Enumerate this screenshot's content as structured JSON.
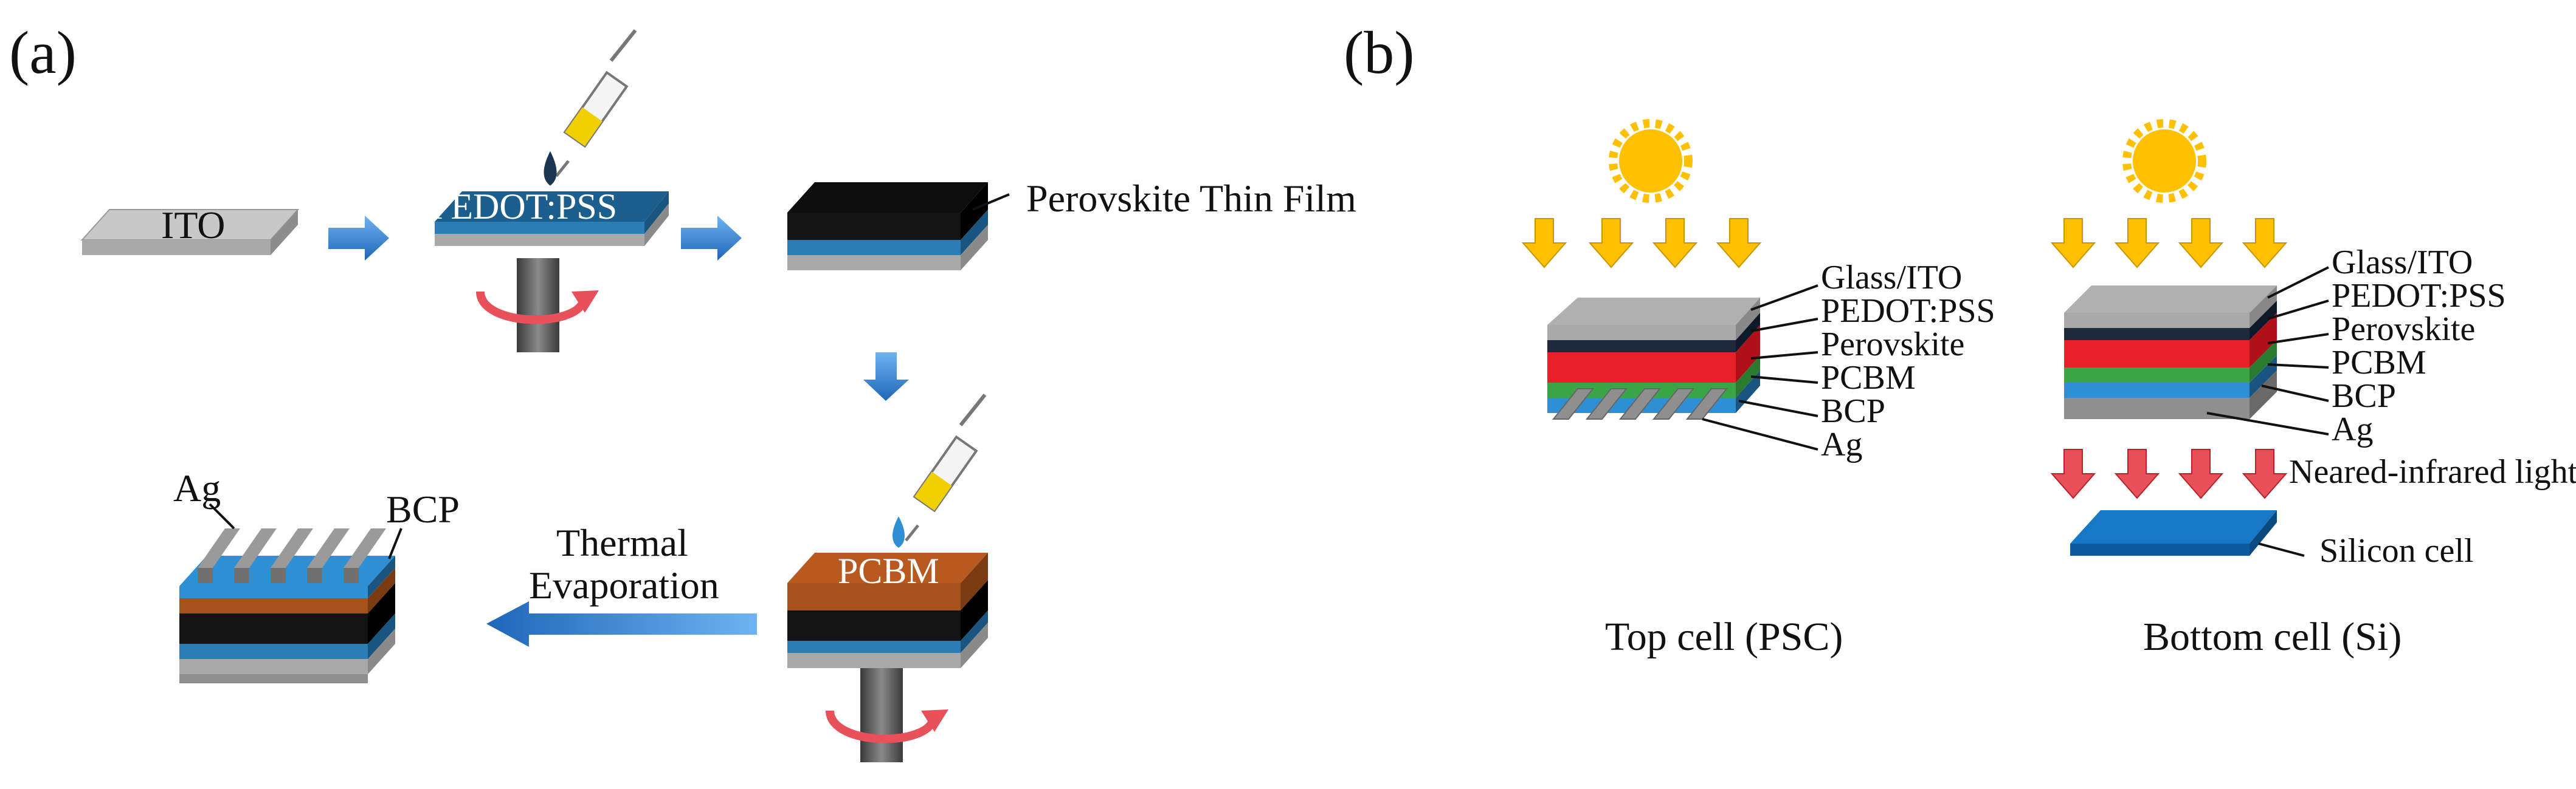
{
  "panel_a": {
    "label": "(a)",
    "substrate_label": "ITO",
    "pedot_label": "PEDOT:PSS",
    "film_label": "Perovskite Thin Film",
    "pcbm_label": "PCBM",
    "process_label_line1": "Thermal",
    "process_label_line2": "Evaporation",
    "ag_label": "Ag",
    "bcp_label": "BCP"
  },
  "panel_b": {
    "label": "(b)",
    "top_cell": {
      "caption": "Top cell (PSC)",
      "layers": [
        "Glass/ITO",
        "PEDOT:PSS",
        "Perovskite",
        "PCBM",
        "BCP",
        "Ag"
      ]
    },
    "bottom_cell": {
      "caption": "Bottom cell (Si)",
      "layers": [
        "Glass/ITO",
        "PEDOT:PSS",
        "Perovskite",
        "PCBM",
        "BCP",
        "Ag"
      ],
      "light_label": "Neared-infrared light",
      "silicon_label": "Silicon cell"
    }
  },
  "colors": {
    "ito": "#a9a9a9",
    "pedot": "#1c5f8c",
    "perovskite": "#141414",
    "pcbm": "#a6521c",
    "bcp": "#2e8fd4",
    "ag": "#8f8f8f",
    "red_layer": "#e8202a",
    "green_layer": "#3aa544",
    "sun": "#ffc000",
    "arrow_blue": "#3a86d4",
    "arrow_yellow": "#ffc000",
    "arrow_red": "#e8505a",
    "silicon": "#1878c8"
  }
}
